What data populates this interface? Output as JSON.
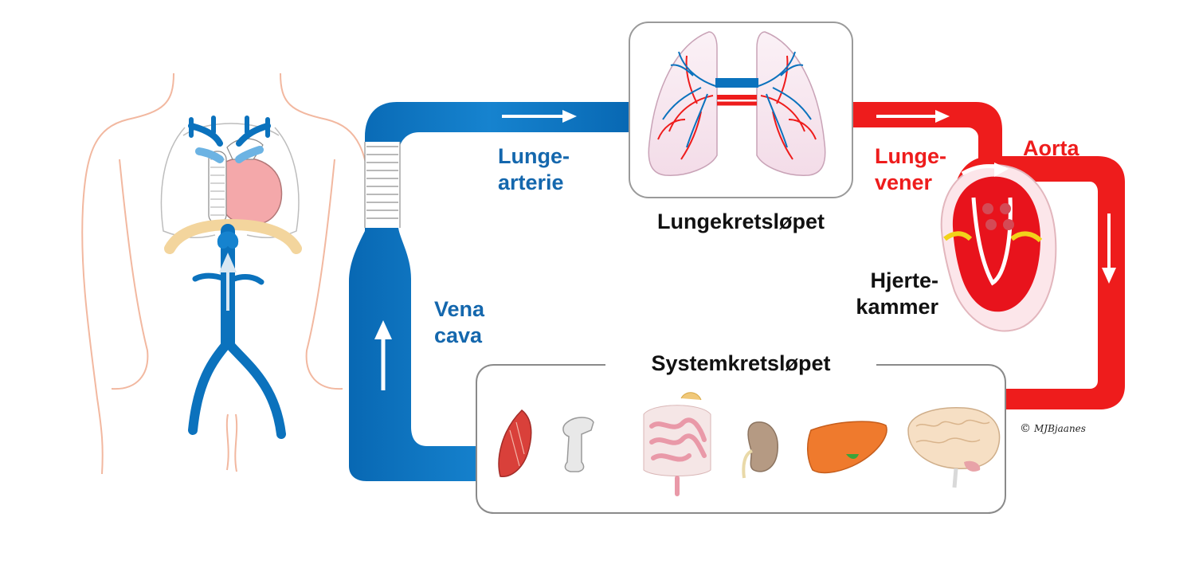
{
  "labels": {
    "lungearterie_line1": "Lunge-",
    "lungearterie_line2": "arterie",
    "lungekretslopet": "Lungekretsløpet",
    "lungevener_line1": "Lunge-",
    "lungevener_line2": "vener",
    "aorta": "Aorta",
    "hjertekammer_line1": "Hjerte-",
    "hjertekammer_line2": "kammer",
    "vena_cava_line1": "Vena",
    "vena_cava_line2": "cava",
    "systemkretslopet": "Systemkretsløpet"
  },
  "credit": {
    "symbol": "©",
    "signature": "MJBjaanes"
  },
  "colors": {
    "venous_blue": "#0b72bd",
    "arterial_red": "#ee1c1c",
    "label_blue": "#1467ad",
    "lung_pink": "#f7e6ef",
    "heart_pink": "#f4a8aa"
  },
  "icons": [
    "body-outline-icon",
    "lungs-icon",
    "heart-icon",
    "muscle-icon",
    "bone-icon",
    "intestine-icon",
    "kidney-icon",
    "liver-icon",
    "brain-icon"
  ]
}
